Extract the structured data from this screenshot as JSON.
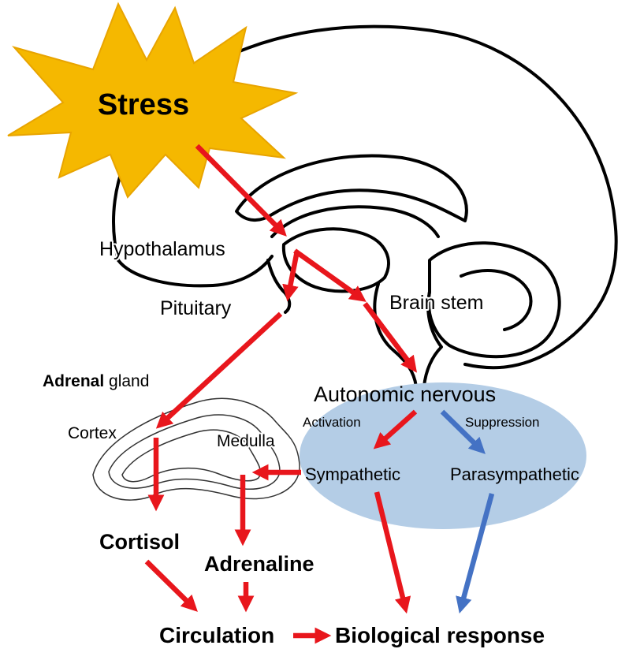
{
  "colors": {
    "background": "#ffffff",
    "outline": "#000000",
    "starburst": "#f5b800",
    "starburst_edge": "#e8a400",
    "red_arrow": "#e8161c",
    "blue_arrow": "#4472c4",
    "autonomic_ellipse": "#b4cde6",
    "adrenal_outline": "#333333"
  },
  "icons": {
    "brain": "brain-sagittal-outline-icon",
    "adrenal": "adrenal-gland-outline-icon",
    "stress": "starburst-icon"
  },
  "labels": {
    "stress": "Stress",
    "hypothalamus": "Hypothalamus",
    "pituitary": "Pituitary",
    "brain_stem": "Brain stem",
    "adrenal_bold": "Adrenal",
    "adrenal_rest": " gland",
    "cortex": "Cortex",
    "medulla": "Medulla",
    "autonomic": "Autonomic nervous",
    "activation": "Activation",
    "suppression": "Suppression",
    "sympathetic": "Sympathetic",
    "parasympathetic": "Parasympathetic",
    "cortisol": "Cortisol",
    "adrenaline": "Adrenaline",
    "circulation": "Circulation",
    "biological_response": "Biological response"
  }
}
